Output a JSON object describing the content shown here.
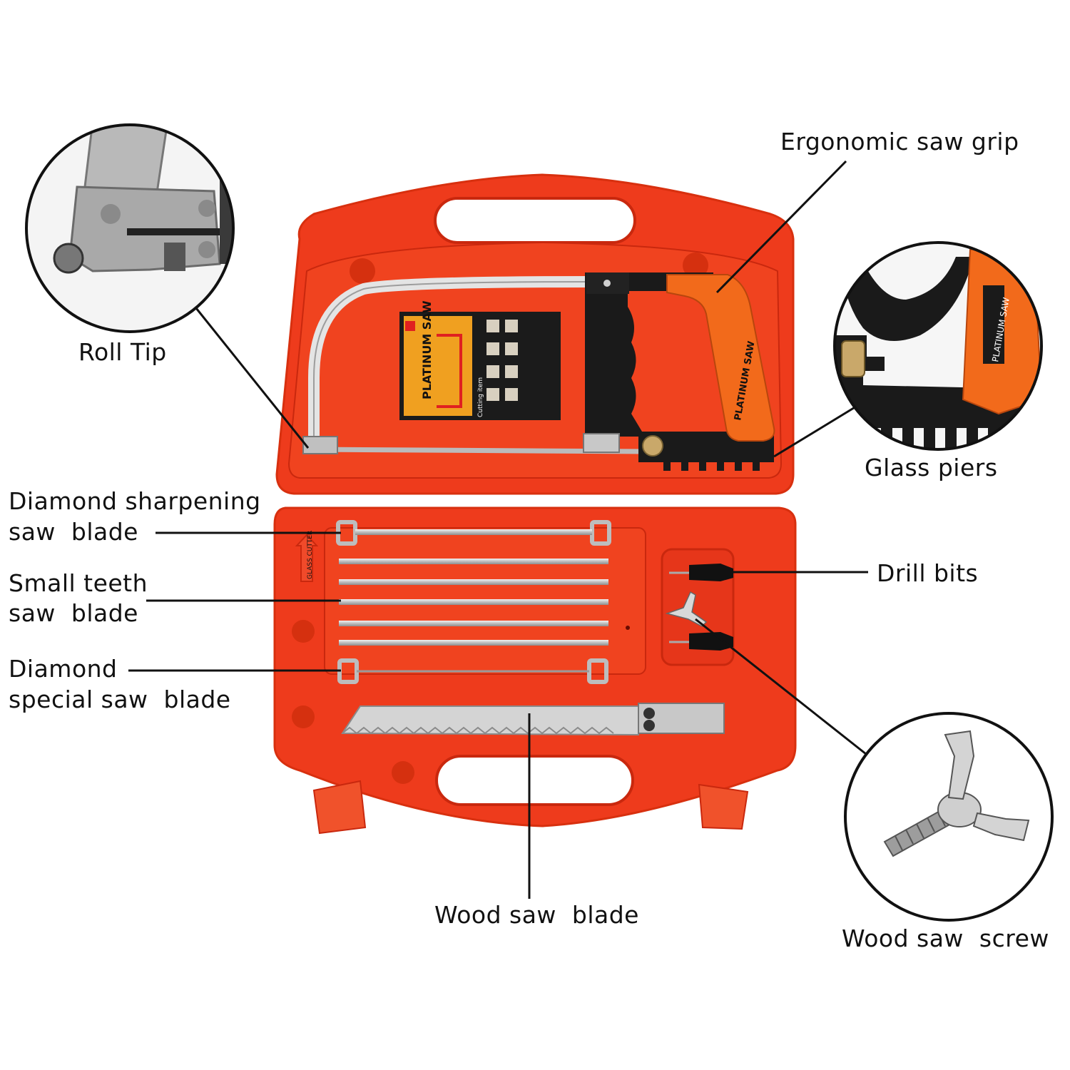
{
  "callouts": {
    "roll_tip": "Roll Tip",
    "ergonomic_grip": "Ergonomic saw grip",
    "glass_piers": "Glass piers",
    "diamond_sharpening_line1": "Diamond sharpening",
    "diamond_sharpening_line2": "saw  blade",
    "small_teeth_line1": "Small teeth",
    "small_teeth_line2": "saw  blade",
    "diamond_special_line1": "Diamond",
    "diamond_special_line2": "special saw  blade",
    "drill_bits": "Drill bits",
    "wood_saw_blade": "Wood saw  blade",
    "wood_saw_screw": "Wood saw  screw"
  },
  "product_marks": {
    "handle_label": "PLATINUM SAW",
    "inset_handle_label": "PLATINUM SAW",
    "card_title": "PLATINUM SAW",
    "card_section": "Cutting item",
    "glass_cutter_label": "GLASS CUTTER"
  },
  "colors": {
    "case_red": "#ee3b1c",
    "case_dark": "#c9280e",
    "handle_orange": "#f26a1b",
    "metal": "#c9c9c9",
    "frame_black": "#1a1a1a"
  }
}
